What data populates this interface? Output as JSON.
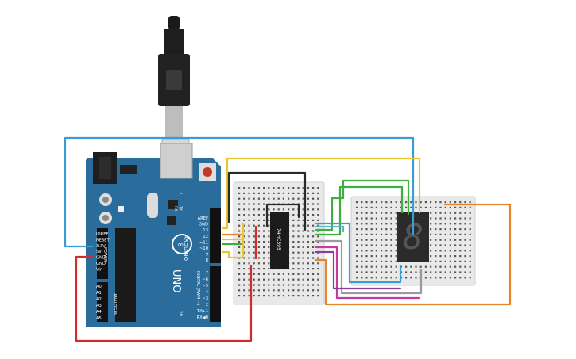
{
  "arduino": {
    "brand": "ARDUINO",
    "model": "UNO",
    "power_label": "POWER",
    "analog_label": "ANALOG IN",
    "digital_label": "DIGITAL (PWM ~)",
    "tx_label": "TX",
    "rx_label": "RX",
    "on_label": "ON",
    "l_label": "L",
    "power_pins": [
      "IOREF",
      "RESET",
      "3.3V",
      "5V",
      "GND",
      "GND",
      "Vin"
    ],
    "analog_pins": [
      "A0",
      "A1",
      "A2",
      "A3",
      "A4",
      "A5"
    ],
    "digital_top_pins": [
      "AREF",
      "GND",
      "13",
      "12",
      "~11",
      "~10",
      "~9",
      "8"
    ],
    "digital_bottom_pins": [
      "7",
      "~6",
      "~5",
      "4",
      "~3",
      "2",
      "TX▶1",
      "RX◀0"
    ]
  },
  "shift_register": {
    "part_label": "74HC595"
  },
  "seven_segment": {
    "digit": "8"
  },
  "colors": {
    "board": "#2a6d9c",
    "breadboard": "#e9e9e9",
    "wire_blue": "#3a9bd5",
    "wire_yellow": "#e7c52b",
    "wire_red": "#d42a2a",
    "wire_orange": "#e5862a",
    "wire_green": "#3fae3f",
    "wire_black": "#2a2a2a",
    "wire_cyan": "#5ab5c8",
    "wire_purple": "#8a3d9c",
    "wire_magenta": "#c53a9c",
    "wire_gray": "#9a9a9a"
  }
}
